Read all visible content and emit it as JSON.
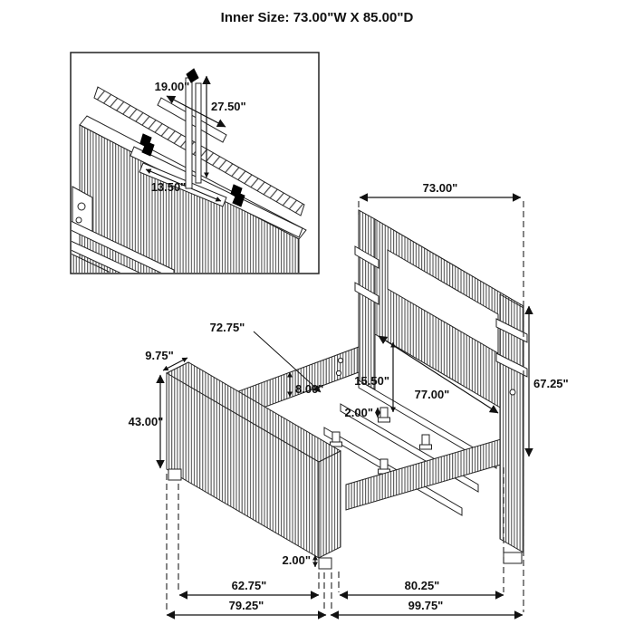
{
  "title": "Inner Size: 73.00\"W X 85.00\"D",
  "inset_detail": {
    "bracket_width": "19.00\"",
    "post_height": "27.50\"",
    "mount_rail_length": "13.50\""
  },
  "dimensions": {
    "headboard_width": "73.00\"",
    "headboard_height": "67.25\"",
    "side_rail_length": "72.75\"",
    "footboard_thickness": "9.75\"",
    "footboard_height": "43.00\"",
    "side_rail_height": "8.00\"",
    "headboard_to_slat_height": "15.50\"",
    "inner_width": "77.00\"",
    "slat_leg_height": "2.00\"",
    "footboard_leg_height": "2.00\"",
    "footboard_inner_span": "62.75\"",
    "footboard_overall_span": "79.25\"",
    "rail_span": "80.25\"",
    "overall_span": "99.75\""
  }
}
